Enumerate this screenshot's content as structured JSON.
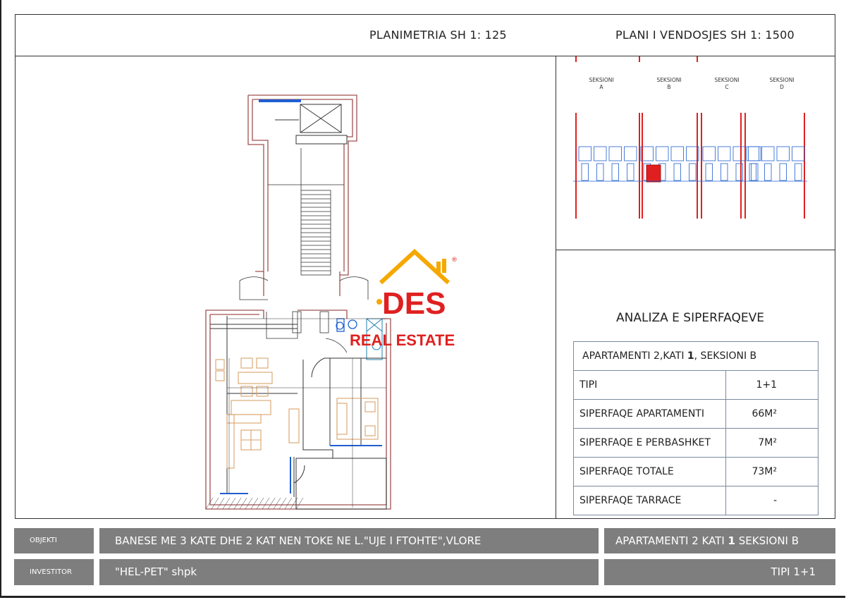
{
  "header": {
    "plan_title": "PLANIMETRIA  SH 1: 125",
    "site_title": "PLANI I VENDOSJES SH 1: 1500"
  },
  "logo": {
    "brand": "DES",
    "subtitle": "REAL ESTATE",
    "mark": "®"
  },
  "site_plan": {
    "sections": [
      {
        "label": "SEKSIONI",
        "letter": "A"
      },
      {
        "label": "SEKSIONI",
        "letter": "B"
      },
      {
        "label": "SEKSIONI",
        "letter": "C"
      },
      {
        "label": "SEKSIONI",
        "letter": "D"
      }
    ],
    "highlight_color": "#e02020"
  },
  "analysis": {
    "title": "ANALIZA E SIPERFAQEVE",
    "apartment_head_pre": "APARTAMENTI  2,KATI ",
    "apartment_head_bold": "1",
    "apartment_head_post": ", SEKSIONI B",
    "rows": [
      {
        "label": "TIPI",
        "value": "1+1"
      },
      {
        "label": "SIPERFAQE APARTAMENTI",
        "value": "66M²"
      },
      {
        "label": "SIPERFAQE E PERBASHKET",
        "value": "7M²"
      },
      {
        "label": "SIPERFAQE TOTALE",
        "value": "73M²"
      },
      {
        "label": "SIPERFAQE TARRACE",
        "value": "-"
      }
    ]
  },
  "footer": {
    "objekti_label": "OBJEKTI",
    "objekti_value": "BANESE ME 3 KATE DHE 2 KAT NEN TOKE NE L.\"UJE I FTOHTE\",VLORE",
    "apartment_pre": "APARTAMENTI  2 KATI ",
    "apartment_bold": "1",
    "apartment_post": " SEKSIONI B",
    "investitor_label": "INVESTITOR",
    "investitor_value": "\"HEL-PET\" shpk",
    "tipi": "TIPI  1+1"
  },
  "colors": {
    "wall": "#a05050",
    "window": "#1f5fd0",
    "furniture": "#d9a36a",
    "logo_orange": "#f5a800",
    "logo_red": "#e02020"
  }
}
